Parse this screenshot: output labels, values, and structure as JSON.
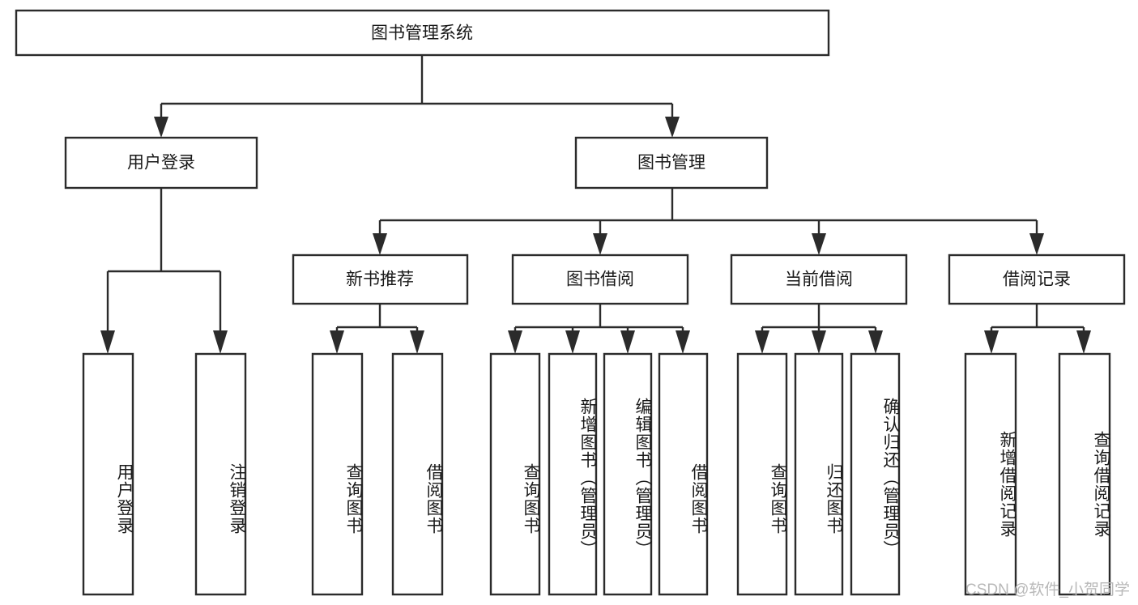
{
  "diagram": {
    "title": "图书管理系统",
    "type": "tree",
    "root": {
      "id": "root",
      "label": "图书管理系统",
      "orientation": "horizontal"
    },
    "level2": [
      {
        "id": "user-login",
        "label": "用户登录",
        "orientation": "horizontal"
      },
      {
        "id": "book-manage",
        "label": "图书管理",
        "orientation": "horizontal"
      }
    ],
    "level3": [
      {
        "id": "new-book-recommend",
        "label": "新书推荐",
        "parent": "book-manage",
        "orientation": "horizontal"
      },
      {
        "id": "book-borrow",
        "label": "图书借阅",
        "parent": "book-manage",
        "orientation": "horizontal"
      },
      {
        "id": "current-borrow",
        "label": "当前借阅",
        "parent": "book-manage",
        "orientation": "horizontal"
      },
      {
        "id": "borrow-record",
        "label": "借阅记录",
        "parent": "book-manage",
        "orientation": "horizontal"
      }
    ],
    "leaves": [
      {
        "id": "leaf-user-login",
        "label": "用户登录",
        "parent": "user-login",
        "orientation": "vertical"
      },
      {
        "id": "leaf-logout",
        "label": "注销登录",
        "parent": "user-login",
        "orientation": "vertical"
      },
      {
        "id": "leaf-query-book-1",
        "label": "查询图书",
        "parent": "new-book-recommend",
        "orientation": "vertical"
      },
      {
        "id": "leaf-borrow-book-1",
        "label": "借阅图书",
        "parent": "new-book-recommend",
        "orientation": "vertical"
      },
      {
        "id": "leaf-query-book-2",
        "label": "查询图书",
        "parent": "book-borrow",
        "orientation": "vertical"
      },
      {
        "id": "leaf-add-book",
        "label": "新增图书（管理员）",
        "parent": "book-borrow",
        "orientation": "vertical"
      },
      {
        "id": "leaf-edit-book",
        "label": "编辑图书（管理员）",
        "parent": "book-borrow",
        "orientation": "vertical"
      },
      {
        "id": "leaf-borrow-book-2",
        "label": "借阅图书",
        "parent": "book-borrow",
        "orientation": "vertical"
      },
      {
        "id": "leaf-query-book-3",
        "label": "查询图书",
        "parent": "current-borrow",
        "orientation": "vertical"
      },
      {
        "id": "leaf-return-book",
        "label": "归还图书",
        "parent": "current-borrow",
        "orientation": "vertical"
      },
      {
        "id": "leaf-confirm-return",
        "label": "确认归还（管理员）",
        "parent": "current-borrow",
        "orientation": "vertical"
      },
      {
        "id": "leaf-add-record",
        "label": "新增借阅记录",
        "parent": "borrow-record",
        "orientation": "vertical"
      },
      {
        "id": "leaf-query-record",
        "label": "查询借阅记录",
        "parent": "borrow-record",
        "orientation": "vertical"
      }
    ],
    "colors": {
      "stroke": "#2b2b2b",
      "fill": "#ffffff",
      "text": "#1a1a1a",
      "watermark": "#b8b8b8",
      "background": "#ffffff"
    }
  },
  "watermark": {
    "text": "CSDN @软件_小贺同学"
  }
}
